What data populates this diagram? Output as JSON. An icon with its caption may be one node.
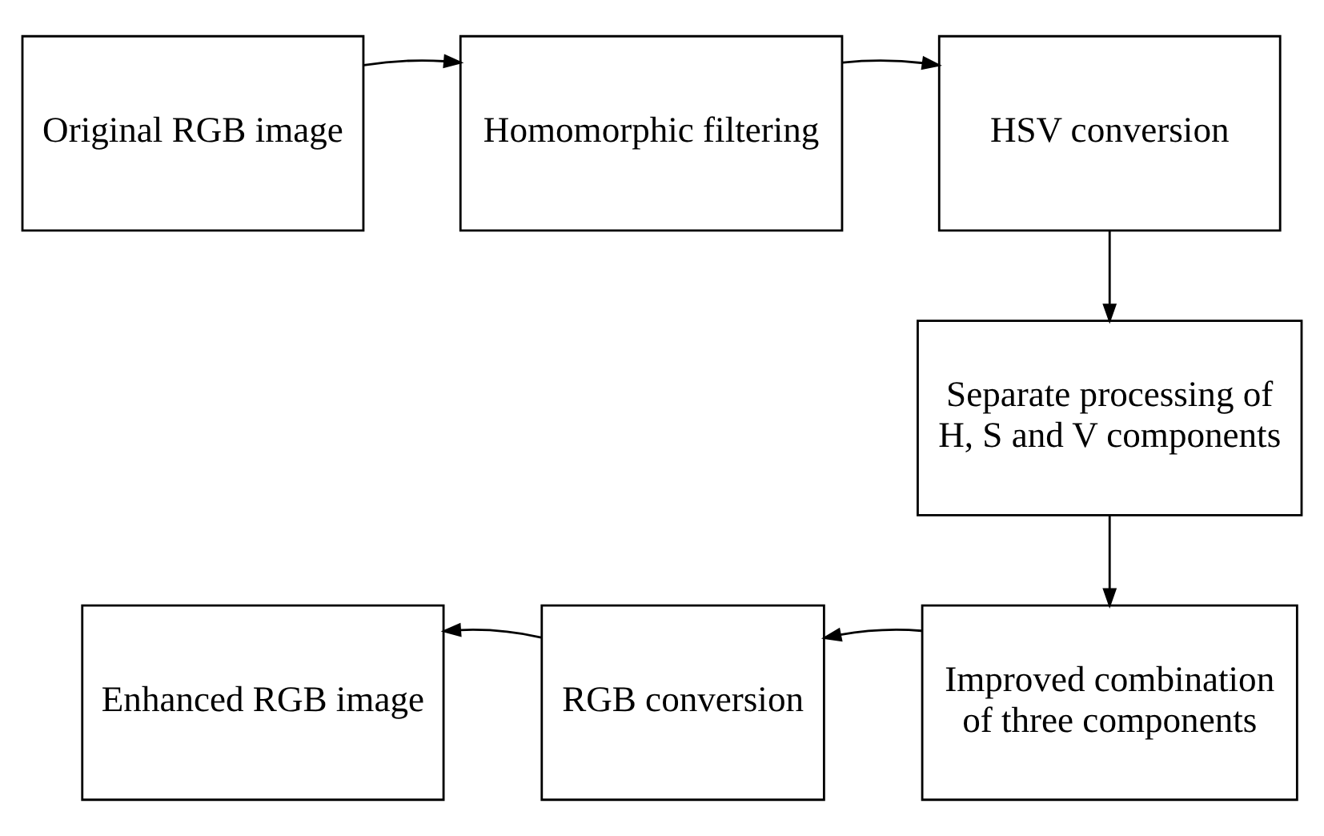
{
  "diagram": {
    "nodes": [
      {
        "text": [
          "Original RGB image"
        ]
      },
      {
        "text": [
          "Homomorphic filtering"
        ]
      },
      {
        "text": [
          "HSV conversion"
        ]
      },
      {
        "text": [
          "Separate processing of H, S and V components"
        ]
      },
      {
        "text": [
          "Improved combination of three components"
        ]
      },
      {
        "text": [
          "RGB conversion"
        ]
      },
      {
        "text": [
          "Enhanced RGB image"
        ]
      }
    ],
    "edges": [
      {
        "from": 0,
        "to": 1,
        "arrow": "to"
      },
      {
        "from": 1,
        "to": 2,
        "arrow": "to"
      },
      {
        "from": 2,
        "to": 3,
        "arrow": "to"
      },
      {
        "from": 3,
        "to": 4,
        "arrow": "to"
      },
      {
        "from": 4,
        "to": 5,
        "arrow": "to"
      },
      {
        "from": 5,
        "to": 6,
        "arrow": "to"
      }
    ]
  }
}
